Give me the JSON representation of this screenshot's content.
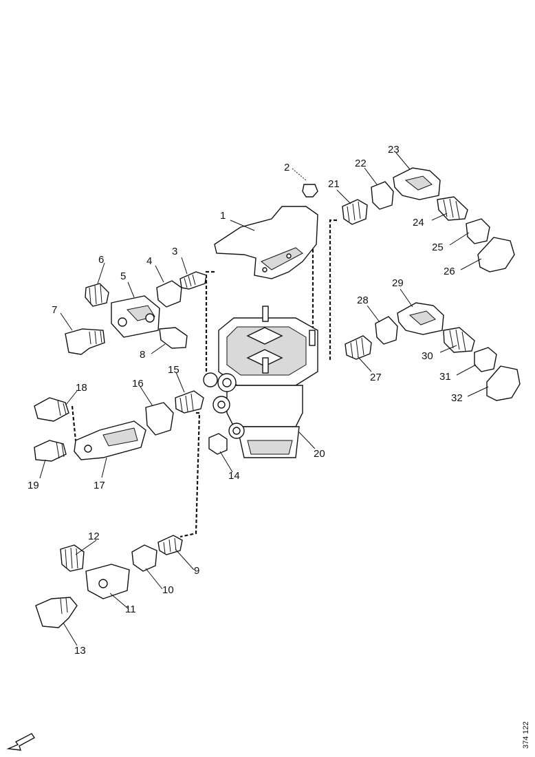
{
  "document_ref": "374 122",
  "callouts": [
    "1",
    "2",
    "3",
    "4",
    "5",
    "6",
    "7",
    "8",
    "9",
    "10",
    "11",
    "12",
    "13",
    "14",
    "15",
    "16",
    "17",
    "18",
    "19",
    "20",
    "21",
    "22",
    "23",
    "24",
    "25",
    "26",
    "27",
    "28",
    "29",
    "30",
    "31",
    "32"
  ],
  "icons": {
    "direction": "front-direction-arrow-icon"
  }
}
